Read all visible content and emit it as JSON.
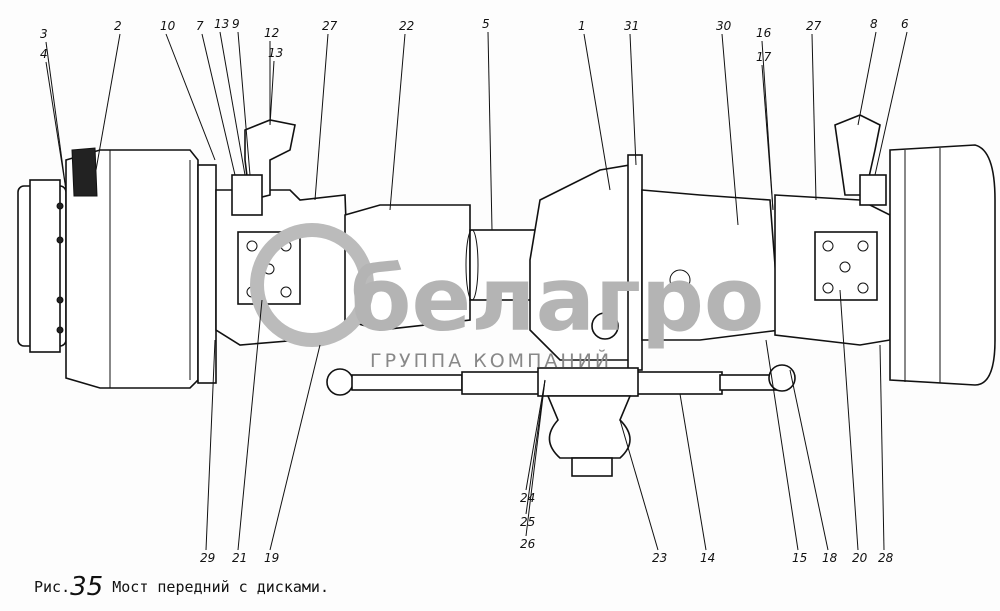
{
  "figure": {
    "number": "35",
    "prefix": "Рис.",
    "title": "Мост передний с дисками."
  },
  "watermark": {
    "brand": "белагро",
    "subtitle": "ГРУППА КОМПАНИЙ"
  },
  "callouts_top": [
    "3",
    "4",
    "2",
    "10",
    "7",
    "13",
    "9",
    "12",
    "13",
    "27",
    "22",
    "5",
    "1",
    "31",
    "30",
    "16",
    "17",
    "27",
    "8",
    "6"
  ],
  "callouts_bottom": [
    "29",
    "21",
    "19",
    "24",
    "25",
    "26",
    "23",
    "14",
    "15",
    "18",
    "20",
    "28"
  ]
}
